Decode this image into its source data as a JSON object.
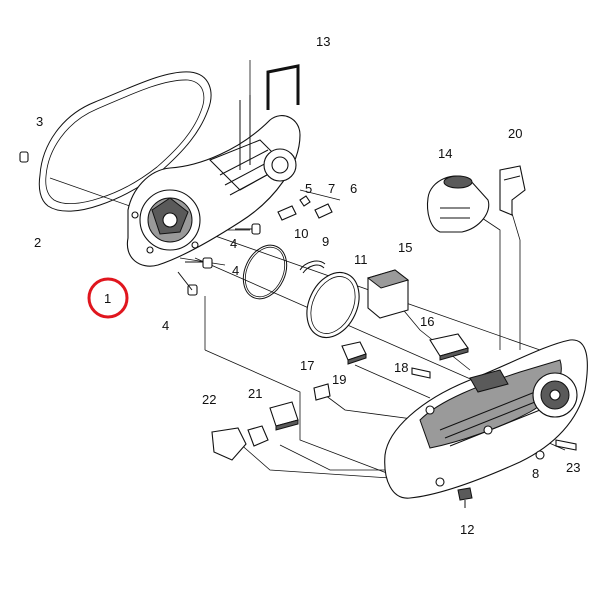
{
  "diagram": {
    "labels": {
      "l1": "1",
      "l2": "2",
      "l3": "3",
      "l4a": "4",
      "l4b": "4",
      "l4c": "4",
      "l5": "5",
      "l6": "6",
      "l7": "7",
      "l8": "8",
      "l9": "9",
      "l10": "10",
      "l11": "11",
      "l12": "12",
      "l13": "13",
      "l14": "14",
      "l15": "15",
      "l16": "16",
      "l17": "17",
      "l18": "18",
      "l19": "19",
      "l20": "20",
      "l21": "21",
      "l22": "22",
      "l23": "23"
    },
    "highlight_color": "#e0161e"
  }
}
